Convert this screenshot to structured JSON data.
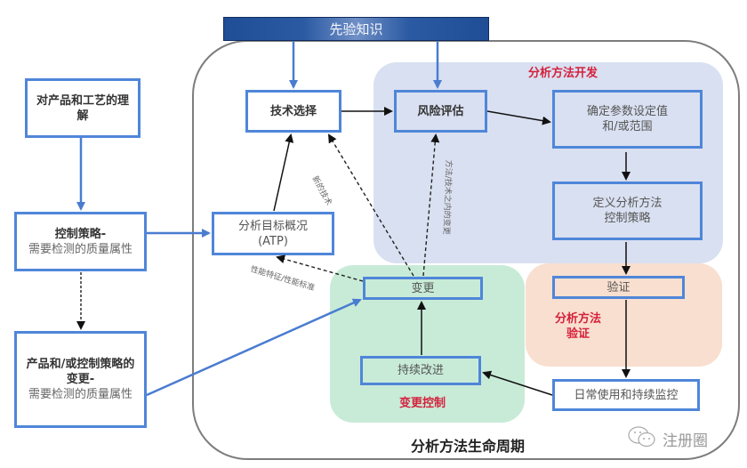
{
  "header": {
    "prior_knowledge": "先验知识"
  },
  "left_boxes": {
    "understanding": {
      "line1": "对产品和工艺的理",
      "line2": "解"
    },
    "control_strategy": {
      "title": "控制策略-",
      "subtitle": "需要检测的质量属性"
    },
    "change_strategy": {
      "title_line1": "产品和/或控制策略的",
      "title_line2": "变更-",
      "subtitle": "需要检测的质量属性"
    }
  },
  "lifecycle": {
    "title": "分析方法生命周期",
    "tech_selection": "技术选择",
    "atp": {
      "line1": "分析目标概况",
      "line2": "(ATP)"
    },
    "risk_assessment": "风险评估",
    "set_params": {
      "line1": "确定参数设定值",
      "line2": "和/或范围"
    },
    "define_control": {
      "line1": "定义分析方法",
      "line2": "控制策略"
    },
    "validation": "验证",
    "routine_use": "日常使用和持续监控",
    "change": "变更",
    "continuous_improvement": "持续改进"
  },
  "regions": {
    "development": "分析方法开发",
    "validation": {
      "line1": "分析方法",
      "line2": "验证"
    },
    "change_control": "变更控制"
  },
  "arrow_labels": {
    "new_technology": "新的技术",
    "within_method_change": "方法/技术之内的变更",
    "performance": "性能特征/性能标准"
  },
  "watermark": {
    "icon": "wechat-icon",
    "text": "注册圈"
  },
  "colors": {
    "box_border": "#4f86d9",
    "header_bg": "#1f4e96",
    "dev_region": "#d9e0f1",
    "val_region": "#f8dfcf",
    "chg_region": "#c8ebd8",
    "red_label": "#d4213c"
  }
}
